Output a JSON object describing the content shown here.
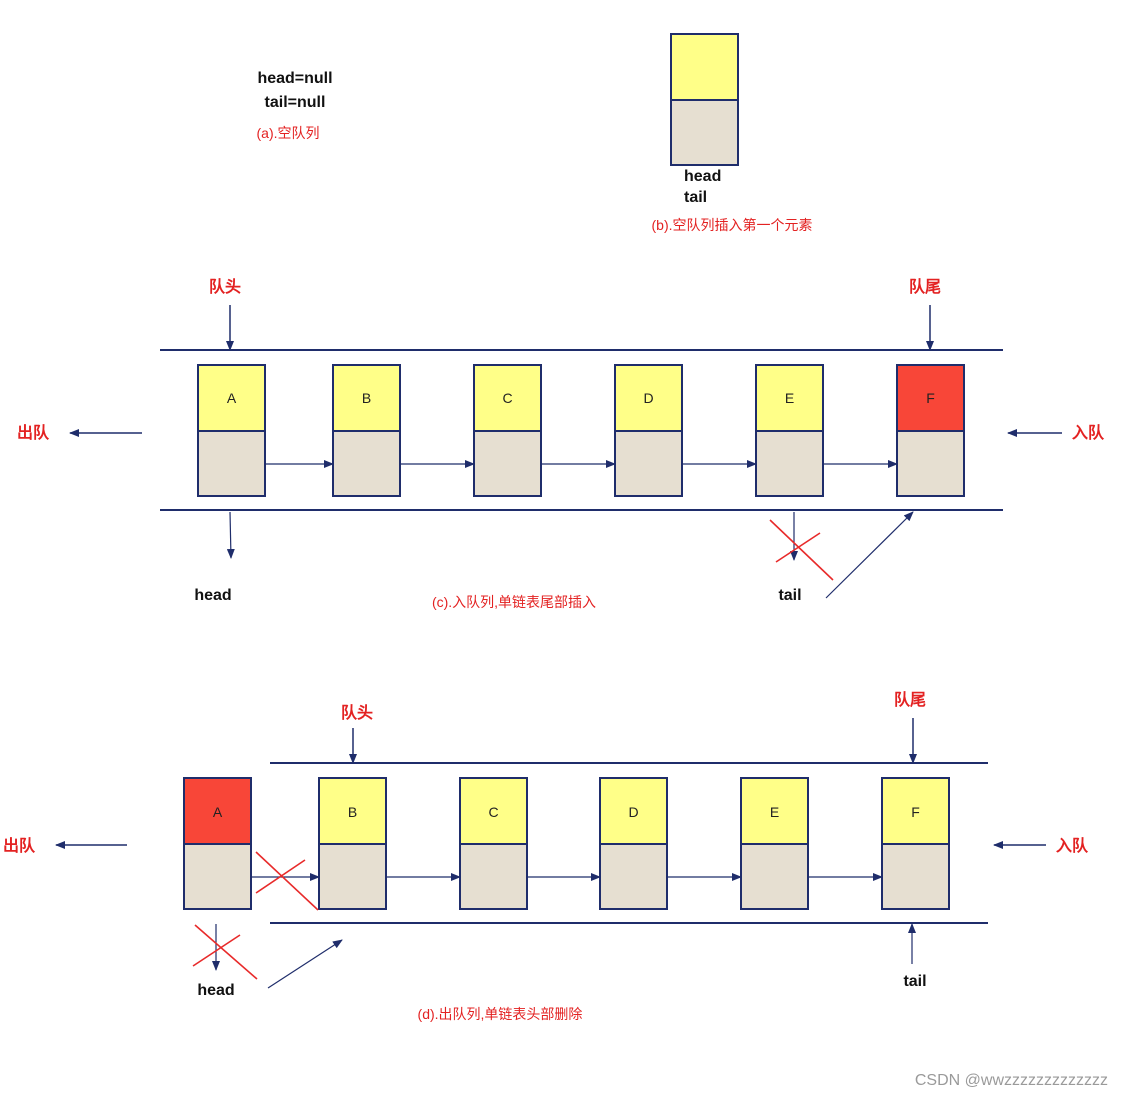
{
  "colors": {
    "line": "#1f2d6b",
    "data_cell": "#ffff88",
    "data_cell_highlight": "#f84638",
    "next_cell": "#e6dfd1",
    "cross": "#e82a2a",
    "caption": "#e32222"
  },
  "panel_a": {
    "head_null": "head=null",
    "tail_null": "tail=null",
    "caption": "(a).空队列"
  },
  "panel_b": {
    "head": "head",
    "tail": "tail",
    "caption": "(b).空队列插入第一个元素"
  },
  "panel_c": {
    "queue_head_label": "队头",
    "queue_tail_label": "队尾",
    "dequeue_label": "出队",
    "enqueue_label": "入队",
    "nodes": [
      "A",
      "B",
      "C",
      "D",
      "E",
      "F"
    ],
    "highlighted_node": "F",
    "head_pointer": "head",
    "tail_pointer": "tail",
    "caption": "(c).入队列,单链表尾部插入"
  },
  "panel_d": {
    "queue_head_label": "队头",
    "queue_tail_label": "队尾",
    "dequeue_label": "出队",
    "enqueue_label": "入队",
    "nodes": [
      "A",
      "B",
      "C",
      "D",
      "E",
      "F"
    ],
    "highlighted_node": "A",
    "head_pointer": "head",
    "tail_pointer": "tail",
    "caption": "(d).出队列,单链表头部删除"
  },
  "watermark": "CSDN @wwzzzzzzzzzzzzz"
}
